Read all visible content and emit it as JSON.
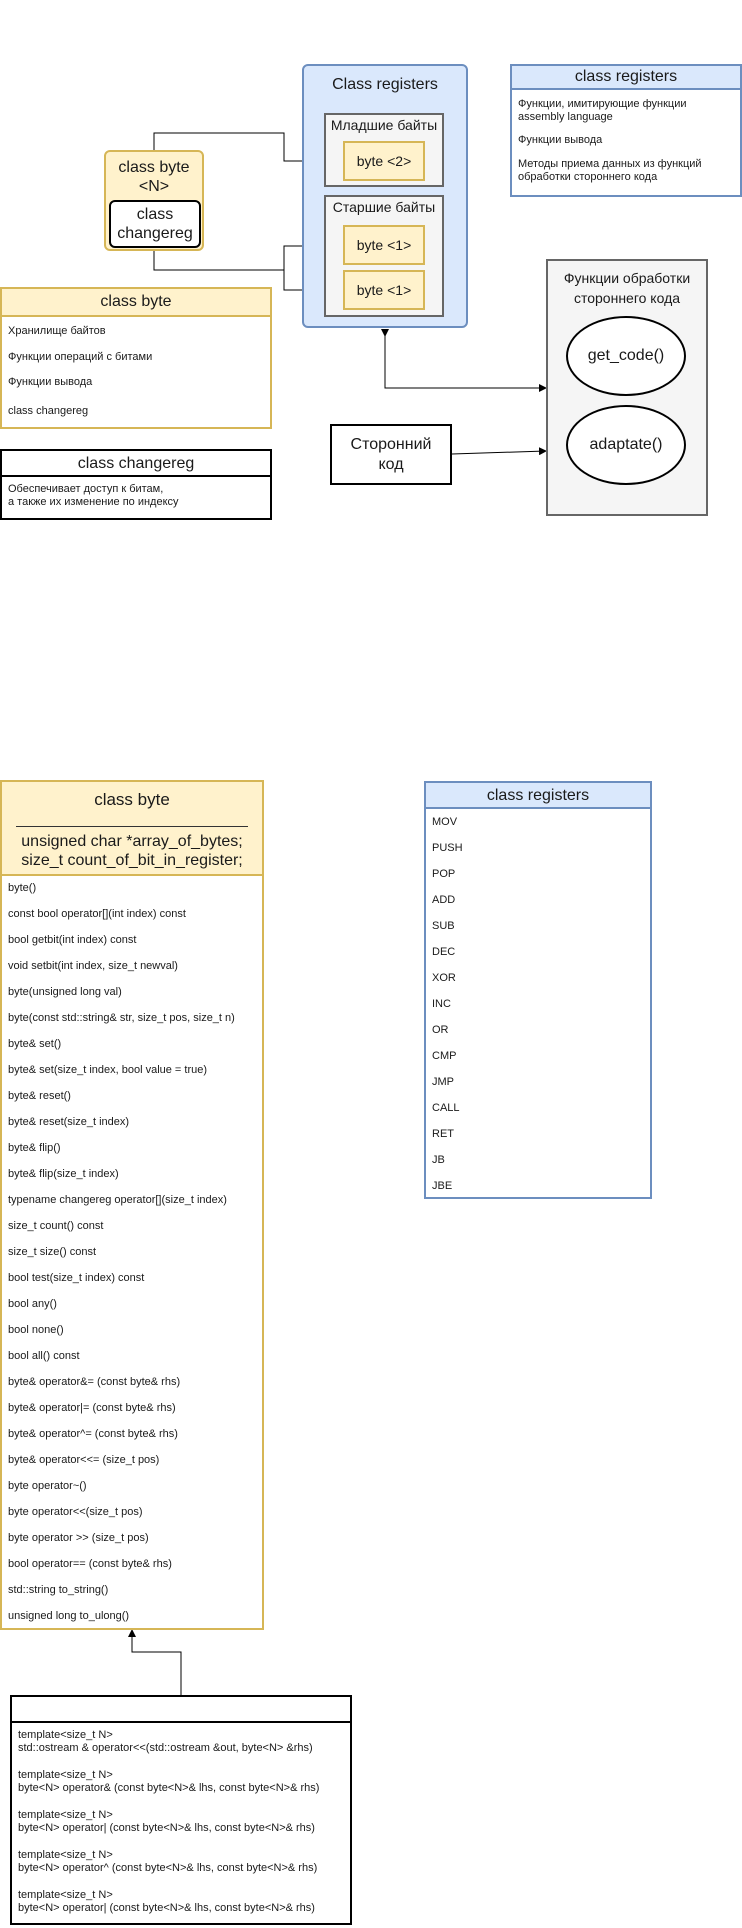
{
  "top": {
    "registers_container": {
      "title": "Class registers",
      "low_group": {
        "title": "Младшие байты",
        "item": "byte <2>"
      },
      "high_group": {
        "title": "Старшие байты",
        "items": [
          "byte <1>",
          "byte <1>"
        ]
      }
    },
    "byte_template": {
      "title_line1": "class byte",
      "title_line2": "<N>",
      "inner_line1": "class",
      "inner_line2": "changereg"
    },
    "registers_desc": {
      "title": "class registers",
      "items": [
        "Функции, имитирующие функции assembly language",
        "Функции вывода",
        "Методы приема данных из функций обработки стороннего кода"
      ]
    },
    "byte_desc": {
      "title": "class byte",
      "items": [
        "Хранилище байтов",
        "Функции операций с битами",
        "Функции вывода",
        "class changereg"
      ]
    },
    "changereg_desc": {
      "title": "class changereg",
      "line1": "Обеспечивает доступ к битам,",
      "line2": "а также их изменение по индексу"
    },
    "external": {
      "title_line1": "Функции обработки",
      "title_line2": "стороннего кода",
      "func1": "get_code()",
      "func2": "adaptate()"
    },
    "third_party": {
      "line1": "Сторонний",
      "line2": "код"
    }
  },
  "byte_class": {
    "title": "class byte",
    "field1": "unsigned char *array_of_bytes;",
    "field2": "size_t count_of_bit_in_register;",
    "methods": [
      "byte()",
      "const bool operator[](int index) const",
      "bool getbit(int index) const",
      "void setbit(int index, size_t newval)",
      "byte(unsigned long val)",
      "byte(const std::string& str, size_t pos, size_t n)",
      "byte& set()",
      "byte& set(size_t index, bool value = true)",
      "byte& reset()",
      "byte& reset(size_t index)",
      "byte& flip()",
      "byte& flip(size_t index)",
      "typename changereg operator[](size_t index)",
      "size_t count() const",
      "size_t size() const",
      "bool test(size_t index) const",
      "bool any()",
      "bool none()",
      "bool all() const",
      "byte& operator&= (const byte& rhs)",
      "byte& operator|= (const byte& rhs)",
      "byte& operator^= (const byte& rhs)",
      "byte& operator<<= (size_t pos)",
      "byte operator~()",
      "byte operator<<(size_t pos)",
      "byte operator >> (size_t pos)",
      "bool operator== (const byte& rhs)",
      "std::string to_string()",
      "unsigned long to_ulong()"
    ]
  },
  "registers_class": {
    "title": "class registers",
    "commands": [
      "MOV",
      "PUSH",
      "POP",
      "ADD",
      "SUB",
      "DEC",
      "XOR",
      "INC",
      "OR",
      "CMP",
      "JMP",
      "CALL",
      "RET",
      "JB",
      "JBE"
    ]
  },
  "templates": {
    "title": "",
    "entries": [
      {
        "line1": "template<size_t N>",
        "line2": "std::ostream & operator<<(std::ostream &out, byte<N> &rhs)"
      },
      {
        "line1": "template<size_t N>",
        "line2": "byte<N> operator& (const byte<N>& lhs, const byte<N>& rhs)"
      },
      {
        "line1": "template<size_t N>",
        "line2": "byte<N> operator| (const byte<N>& lhs, const byte<N>& rhs)"
      },
      {
        "line1": "template<size_t N>",
        "line2": "byte<N> operator^ (const byte<N>& lhs, const byte<N>& rhs)"
      },
      {
        "line1": "template<size_t N>",
        "line2": "byte<N> operator| (const byte<N>& lhs, const byte<N>& rhs)"
      }
    ]
  },
  "colors": {
    "yellow_fill": "#fff2cc",
    "yellow_stroke": "#d6b656",
    "blue_fill": "#dae8fc",
    "blue_stroke": "#6c8ebf",
    "gray_fill": "#f5f5f5",
    "gray_stroke": "#666666"
  }
}
